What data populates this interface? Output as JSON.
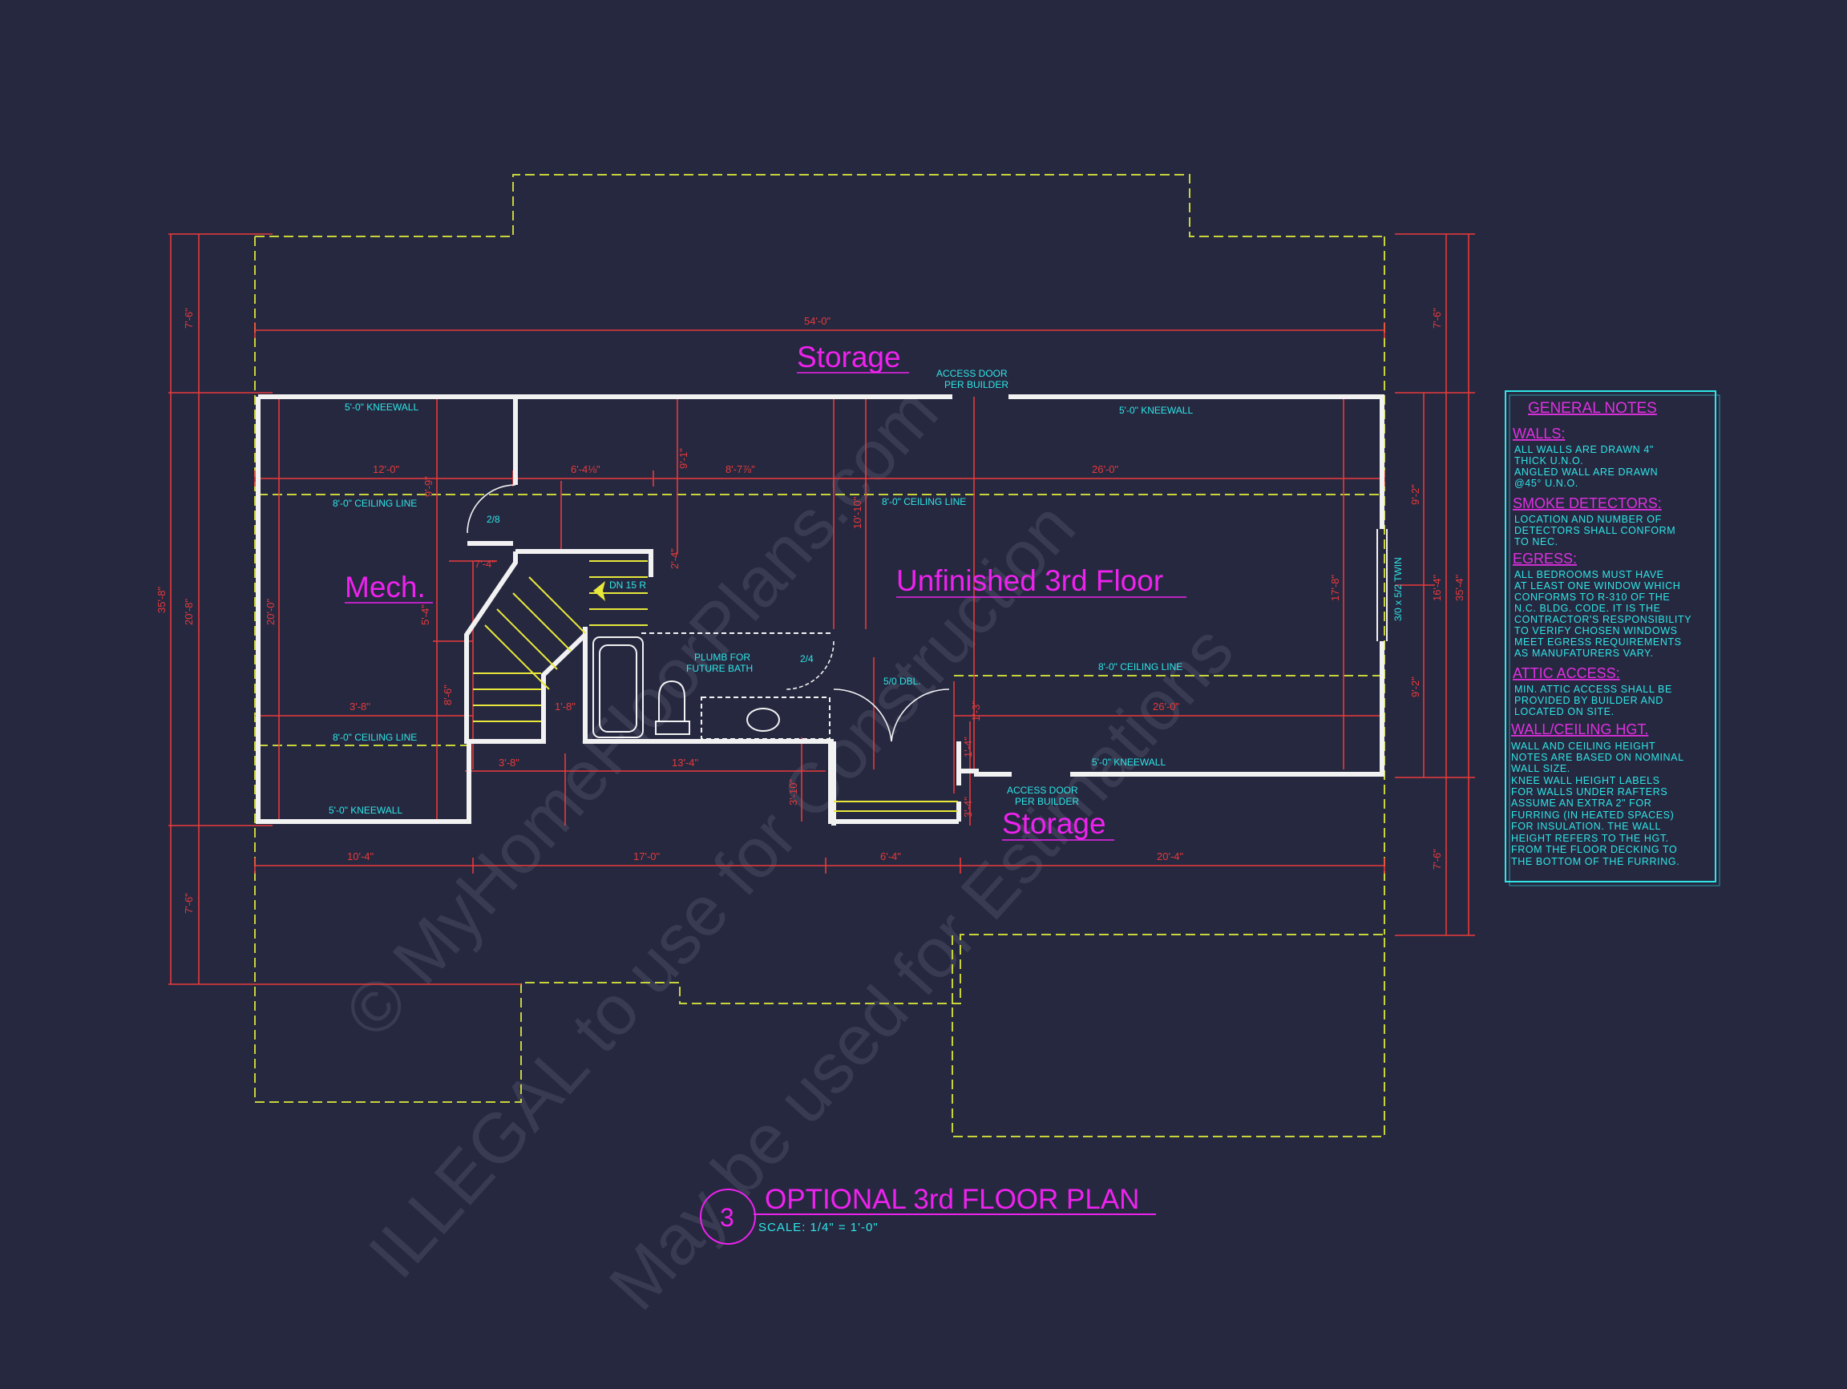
{
  "plan": {
    "title": "OPTIONAL 3rd FLOOR PLAN",
    "scale": "SCALE: 1/4\" = 1'-0\"",
    "number": "3"
  },
  "rooms": {
    "storage_top": "Storage",
    "storage_bottom": "Storage",
    "mech": "Mech.",
    "unfinished": "Unfinished 3rd Floor"
  },
  "labels": {
    "access_door_top": [
      "ACCESS DOOR",
      "PER BUILDER"
    ],
    "access_door_bottom": [
      "ACCESS DOOR",
      "PER BUILDER"
    ],
    "kneewall_tl": "5'-0\" KNEEWALL",
    "kneewall_tr": "5'-0\" KNEEWALL",
    "kneewall_bl": "5'-0\" KNEEWALL",
    "kneewall_br": "5'-0\" KNEEWALL",
    "ceiling_tl": "8'-0\" CEILING LINE",
    "ceiling_tc": "8'-0\" CEILING LINE",
    "ceiling_bl": "8'-0\" CEILING LINE",
    "ceiling_r": "8'-0\" CEILING LINE",
    "plumb": [
      "PLUMB FOR",
      "FUTURE BATH"
    ],
    "stair": "DN 15 R",
    "door_28": "2/8",
    "door_24": "2/4",
    "door_50": "5/0 DBL.",
    "window": "3/0 x 5/2 TWIN"
  },
  "dimensions": {
    "overall_top": "54'-0\"",
    "top_segments": [
      "12'-0\"",
      "6'-4⅛\"",
      "8'-7⅞\"",
      "26'-0\""
    ],
    "bottom_segments": [
      "10'-4\"",
      "17'-0\"",
      "6'-4\"",
      "20'-4\""
    ],
    "left_outer": "35'-8\"",
    "left_inner": "20'-8\"",
    "left_top": "7'-6\"",
    "left_bottom": "7'-6\"",
    "right_outer": "35'-4\"",
    "right_inner": "16'-4\"",
    "right_top": "7'-6\"",
    "right_bottom": "7'-6\"",
    "right_seg1": "9'-2\"",
    "right_seg2": "9'-2\"",
    "misc": [
      "20'-0\"",
      "3'-8\"",
      "3'-8\"",
      "13'-4\"",
      "1'-8\"",
      "9'-1\"",
      "10'-10\"",
      "17'-8\"",
      "26'-0\"",
      "3'-10\"",
      "7'-4\"",
      "2'-4\"",
      "8'-6\"",
      "9'-9\"",
      "5'-4\"",
      "3'-4\"",
      "1'-4\"",
      "1'-3\""
    ]
  },
  "notes": {
    "title": "GENERAL NOTES",
    "sections": [
      {
        "head": "WALLS:",
        "lines": [
          "ALL WALLS ARE DRAWN 4\"",
          "THICK U.N.O.",
          "ANGLED WALL ARE DRAWN",
          "@45° U.N.O."
        ]
      },
      {
        "head": "SMOKE DETECTORS:",
        "lines": [
          "LOCATION AND NUMBER OF",
          "DETECTORS SHALL CONFORM",
          "TO NEC."
        ]
      },
      {
        "head": "EGRESS:",
        "lines": [
          "ALL BEDROOMS MUST HAVE",
          "AT LEAST ONE WINDOW WHICH",
          "CONFORMS TO R-310 OF THE",
          "N.C. BLDG. CODE. IT IS THE",
          "CONTRACTOR'S RESPONSIBILITY",
          "TO VERIFY CHOSEN WINDOWS",
          "MEET EGRESS REQUIREMENTS",
          "AS MANUFATURERS VARY."
        ]
      },
      {
        "head": "ATTIC ACCESS:",
        "lines": [
          "MIN. ATTIC ACCESS SHALL BE",
          "PROVIDED BY BUILDER AND",
          "LOCATED ON SITE."
        ]
      },
      {
        "head": "WALL/CEILING HGT.",
        "lines": [
          "WALL AND CEILING HEIGHT",
          "NOTES ARE BASED ON NOMINAL",
          "WALL SIZE.",
          "KNEE WALL HEIGHT LABELS",
          "FOR WALLS UNDER RAFTERS",
          "ASSUME AN EXTRA 2\" FOR",
          "FURRING (IN HEATED SPACES)",
          "FOR INSULATION. THE WALL",
          "HEIGHT REFERS TO THE HGT.",
          "FROM THE FLOOR DECKING TO",
          "THE BOTTOM OF THE FURRING."
        ]
      }
    ]
  },
  "watermark": [
    "© MyHomeFloorPlans.com",
    "ILLEGAL to use for Construction",
    "May be used for Estimations"
  ],
  "colors": {
    "background": "#262840",
    "wall": "#f2f2f2",
    "dimension": "#e83a3a",
    "dashed": "#c8d43a",
    "cyan_text": "#2ee6e6",
    "magenta_text": "#ee22ee",
    "yellow": "#e8e83a"
  }
}
